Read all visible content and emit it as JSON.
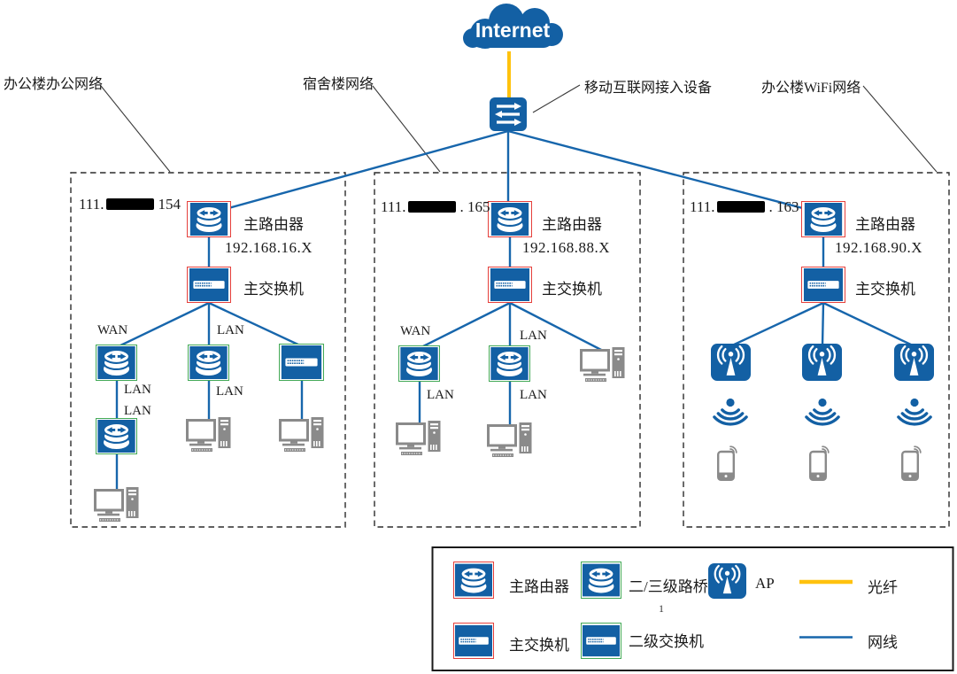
{
  "internet": {
    "label": "Internet"
  },
  "access_device": {
    "label": "移动互联网接入设备"
  },
  "sections": [
    {
      "callout": "办公楼办公网络",
      "wan_ip": {
        "prefix": "111.",
        "suffix": "154"
      },
      "router_label": "主路由器",
      "lan_subnet": "192.168.16.X",
      "switch_label": "主交换机",
      "ports": {
        "wan": "WAN",
        "lan_top": "LAN",
        "lan_left_below": "LAN",
        "lan_left_above2": "LAN",
        "lan_mid_below": "LAN"
      }
    },
    {
      "callout": "宿舍楼网络",
      "wan_ip": {
        "prefix": "111.",
        "suffix": ". 165"
      },
      "router_label": "主路由器",
      "lan_subnet": "192.168.88.X",
      "switch_label": "主交换机",
      "ports": {
        "wan": "WAN",
        "lan_top": "LAN",
        "lan_left_below": "LAN",
        "lan_mid_below": "LAN"
      }
    },
    {
      "callout": "办公楼WiFi网络",
      "wan_ip": {
        "prefix": "111.",
        "suffix": ". 163"
      },
      "router_label": "主路由器",
      "lan_subnet": "192.168.90.X",
      "switch_label": "主交换机"
    }
  ],
  "legend": {
    "router_main": "主路由器",
    "router_secondary": "二/三级路桥",
    "ap": "AP",
    "fiber": "光纤",
    "switch_main": "主交换机",
    "switch_secondary": "二级交换机",
    "cable": "网线",
    "stray": "1"
  },
  "colors": {
    "device_blue": "#1360A4",
    "line_blue": "#1766AC",
    "fiber_yellow": "#FFC20E",
    "main_border_red": "#E5403C",
    "secondary_border_green": "#43A957",
    "client_gray": "#8A8A8A"
  }
}
